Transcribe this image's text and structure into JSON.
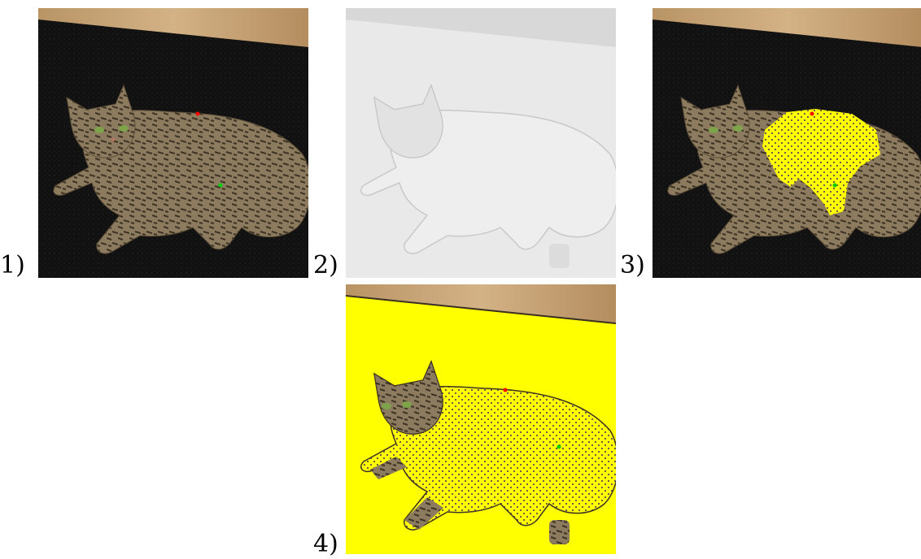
{
  "figure": {
    "panels": [
      {
        "label": "1)",
        "image": "cat-photo-with-points"
      },
      {
        "label": "2)",
        "image": "grayscale-depth-map"
      },
      {
        "label": "3)",
        "image": "cat-photo-yellow-partial-mask"
      },
      {
        "label": "4)",
        "image": "cat-photo-yellow-full-mask"
      }
    ]
  },
  "colors": {
    "mask": "#ffff00",
    "point_positive": "#00d000",
    "point_negative": "#ff0000",
    "floor": "#c8a57a",
    "rug": "#121212",
    "cat": "#8b7a5e",
    "depth_bg": "#e9e9e9",
    "depth_floor": "#d8d8d8"
  }
}
